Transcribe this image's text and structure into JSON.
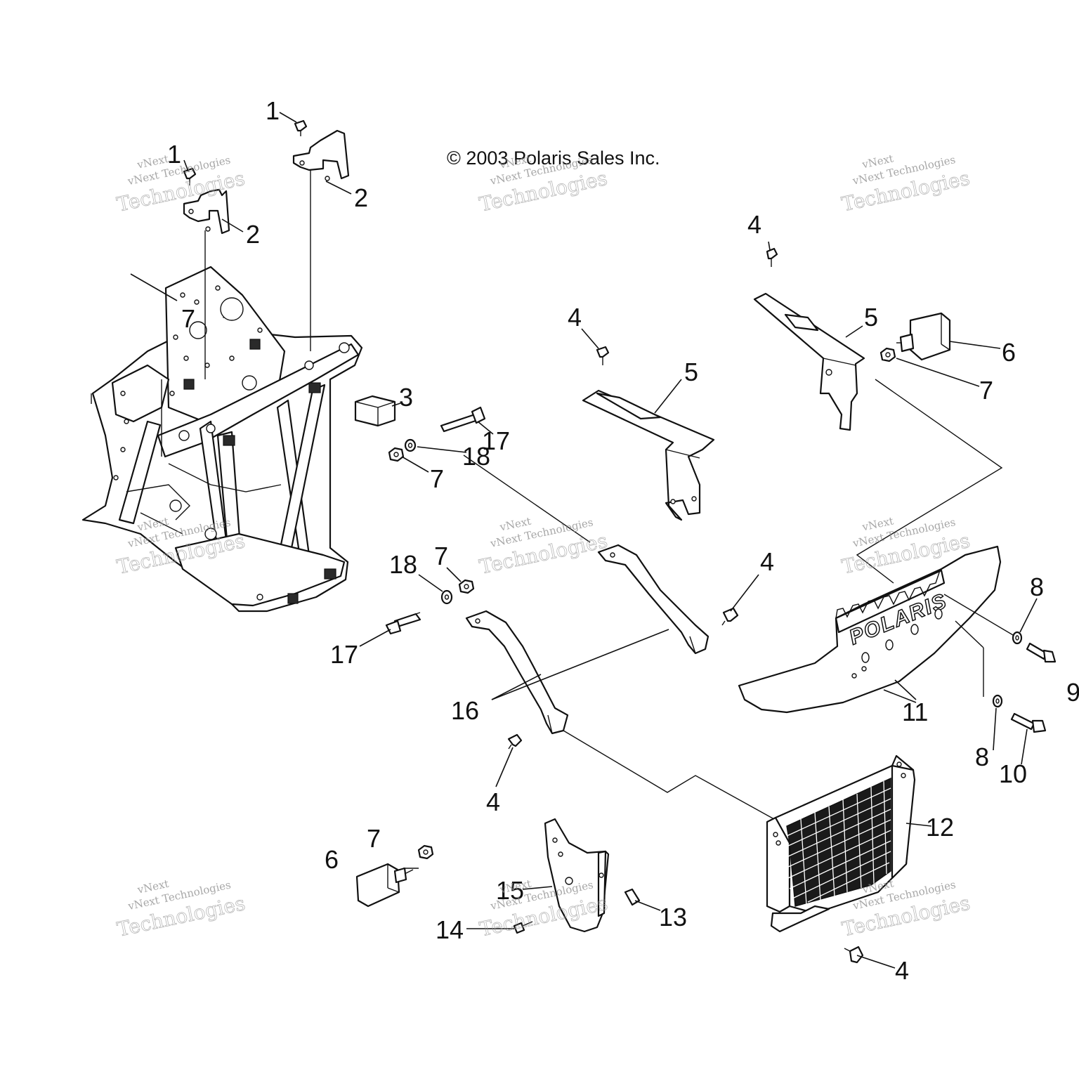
{
  "copyright": "© 2003 Polaris Sales Inc.",
  "brand_logo": "POLARIS",
  "watermark": {
    "line1": "vNext",
    "line2": "vNext Technologies",
    "line3": "Technologies"
  },
  "callouts": {
    "c1a": "1",
    "c1b": "1",
    "c2a": "2",
    "c2b": "2",
    "c3": "3",
    "c4a": "4",
    "c4b": "4",
    "c4c": "4",
    "c4d": "4",
    "c4e": "4",
    "c5a": "5",
    "c5b": "5",
    "c6a": "6",
    "c6b": "6",
    "c7a": "7",
    "c7b": "7",
    "c7c": "7",
    "c7d": "7",
    "c7e": "7",
    "c8a": "8",
    "c8b": "8",
    "c9": "9",
    "c10": "10",
    "c11": "11",
    "c12": "12",
    "c13": "13",
    "c14": "14",
    "c15": "15",
    "c16": "16",
    "c17a": "17",
    "c17b": "17",
    "c18a": "18",
    "c18b": "18"
  }
}
